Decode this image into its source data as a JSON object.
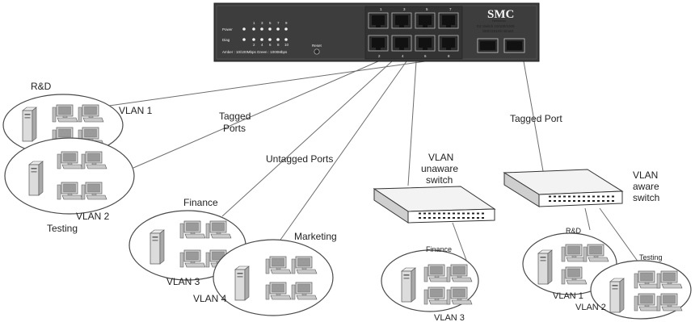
{
  "switch_panel": {
    "brand": "SMC",
    "brand_sub": "Networks",
    "model_line1": "EZ Switch 10/100/1000",
    "model_line2": "SMCGS10C-Smart",
    "led_power": "Power",
    "led_diag": "Diag",
    "led_legend": "Amber : 10/100Mbps   Green : 1000Mbps",
    "reset": "Reset",
    "led_numbers_top": [
      "1",
      "3",
      "5",
      "7",
      "9"
    ],
    "led_numbers_bottom": [
      "2",
      "4",
      "6",
      "8",
      "10"
    ],
    "port_numbers_top": [
      "1",
      "3",
      "5",
      "7"
    ],
    "port_numbers_bottom": [
      "2",
      "4",
      "6",
      "8"
    ]
  },
  "labels": {
    "tagged_ports": [
      "Tagged",
      "Ports"
    ],
    "untagged_ports": "Untagged Ports",
    "tagged_port": "Tagged Port",
    "vlan_unaware_switch": [
      "VLAN",
      "unaware",
      "switch"
    ],
    "vlan_aware_switch": [
      "VLAN",
      "aware",
      "switch"
    ]
  },
  "groups": {
    "rd_left": {
      "name": "R&D",
      "vlan": "VLAN 1"
    },
    "testing_left": {
      "name": "Testing",
      "vlan": "VLAN 2"
    },
    "finance_left": {
      "name": "Finance",
      "vlan": "VLAN 3"
    },
    "marketing": {
      "name": "Marketing",
      "vlan": "VLAN 4"
    },
    "finance_mid": {
      "name": "Finance",
      "vlan": "VLAN 3"
    },
    "rd_right": {
      "name": "R&D",
      "vlan": "VLAN 1"
    },
    "testing_right": {
      "name": "Testing",
      "vlan": "VLAN 2"
    }
  },
  "colors": {
    "panel": "#3f3f3f",
    "panel_dark": "#1f1f1f",
    "cable": "#6e6e6e",
    "outline": "#4a4a4a"
  }
}
